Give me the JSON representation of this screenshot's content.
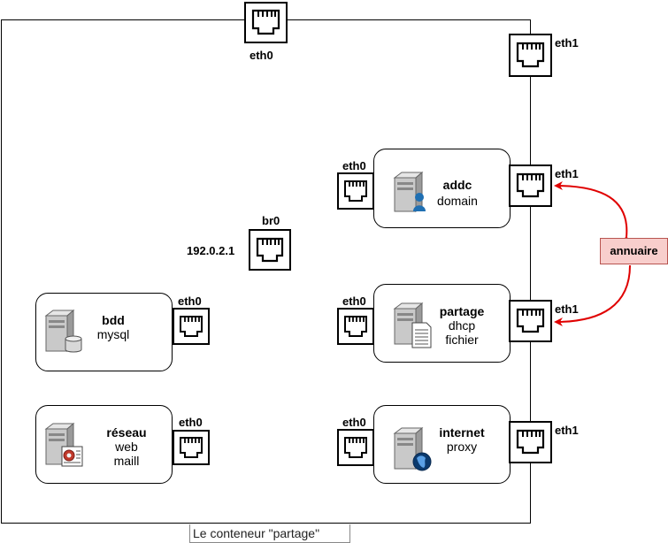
{
  "container": {
    "caption": "Le conteneur \"partage\"",
    "ports": {
      "top": "eth0",
      "top_right": "eth1"
    }
  },
  "bridge": {
    "name": "br0",
    "ip": "192.0.2.1"
  },
  "hosts": {
    "addc": {
      "title": "addc",
      "lines": [
        "domain"
      ],
      "left_port": "eth0",
      "right_port": "eth1"
    },
    "partage": {
      "title": "partage",
      "lines": [
        "dhcp",
        "fichier"
      ],
      "left_port": "eth0",
      "right_port": "eth1"
    },
    "internet": {
      "title": "internet",
      "lines": [
        "proxy"
      ],
      "left_port": "eth0",
      "right_port": "eth1"
    },
    "bdd": {
      "title": "bdd",
      "lines": [
        "mysql"
      ],
      "port": "eth0"
    },
    "reseau": {
      "title": "réseau",
      "lines": [
        "web",
        "maill"
      ],
      "port": "eth0"
    }
  },
  "link": {
    "label": "annuaire",
    "color": "#e00000"
  }
}
